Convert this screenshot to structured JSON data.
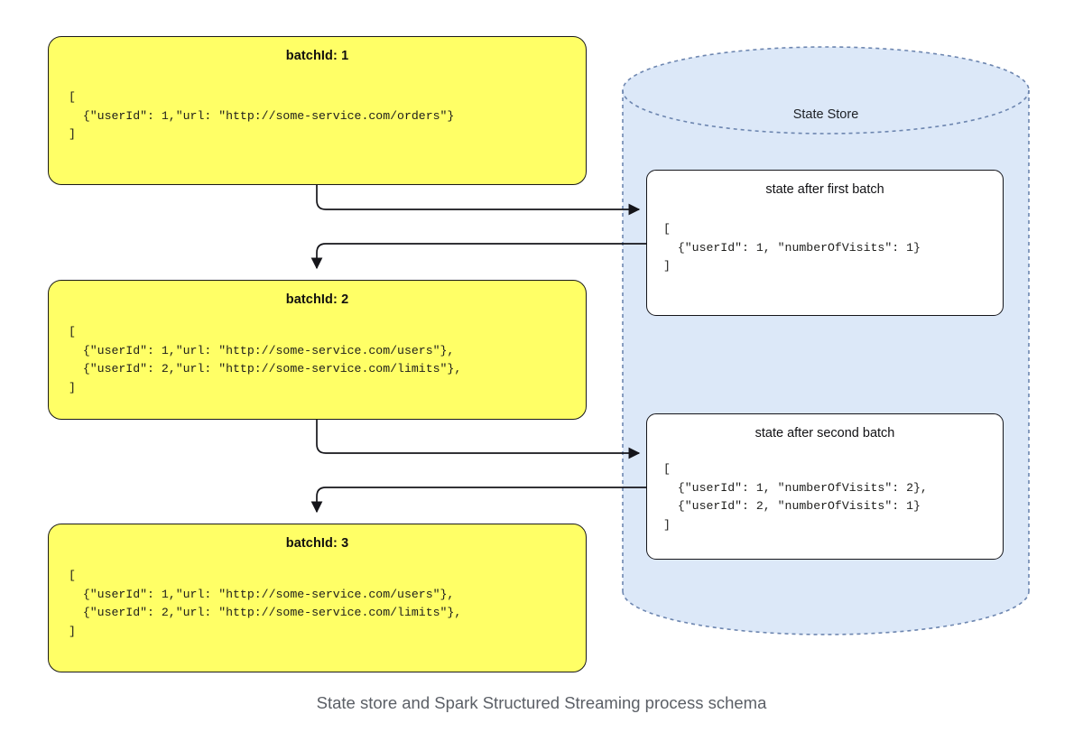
{
  "caption": "State store and Spark Structured Streaming process schema",
  "colors": {
    "batch_fill": "#ffff66",
    "batch_stroke": "#1a1a1a",
    "store_fill": "#dce8f8",
    "store_stroke": "#6d86b0",
    "state_fill": "#ffffff",
    "state_stroke": "#15151a",
    "connector": "#15151a",
    "caption_text": "#5b5f66",
    "background": "#ffffff"
  },
  "store": {
    "label": "State Store",
    "states": [
      {
        "title": "state after first batch",
        "code_lines": [
          "[",
          "  {\"userId\": 1, \"numberOfVisits\": 1}",
          "]"
        ]
      },
      {
        "title": "state after second batch",
        "code_lines": [
          "[",
          "  {\"userId\": 1, \"numberOfVisits\": 2},",
          "  {\"userId\": 2, \"numberOfVisits\": 1}",
          "]"
        ]
      }
    ]
  },
  "batches": [
    {
      "title": "batchId: 1",
      "code_lines": [
        "[",
        "  {\"userId\": 1,\"url: \"http://some-service.com/orders\"}",
        "]"
      ]
    },
    {
      "title": "batchId: 2",
      "code_lines": [
        "[",
        "  {\"userId\": 1,\"url: \"http://some-service.com/users\"},",
        "  {\"userId\": 2,\"url: \"http://some-service.com/limits\"},",
        "]"
      ]
    },
    {
      "title": "batchId: 3",
      "code_lines": [
        "[",
        "  {\"userId\": 1,\"url: \"http://some-service.com/users\"},",
        "  {\"userId\": 2,\"url: \"http://some-service.com/limits\"},",
        "]"
      ]
    }
  ],
  "connectors": [
    {
      "name": "batch1-to-state1",
      "direction": "to-store"
    },
    {
      "name": "state1-to-batch2",
      "direction": "to-batch"
    },
    {
      "name": "batch2-to-state2",
      "direction": "to-store"
    },
    {
      "name": "state2-to-batch3",
      "direction": "to-batch"
    }
  ]
}
